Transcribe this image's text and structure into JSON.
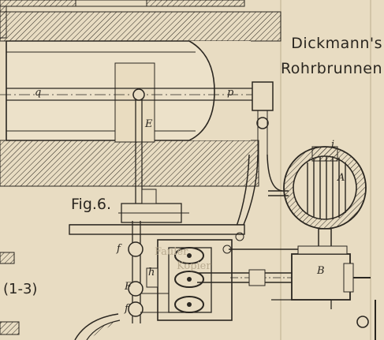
{
  "title": {
    "line1": "Dickmann's",
    "line2": "Rohrbrunnen"
  },
  "figure_label": "Fig.6.",
  "side_label": "(1-3)",
  "letters": {
    "q": "q",
    "p": "p",
    "E": "E",
    "i": "i",
    "A": "A",
    "f": "f",
    "h": "h",
    "F": "F",
    "f2": "f",
    "B": "B"
  },
  "faint_text": {
    "a": "Fauler",
    "b": "Kopier"
  },
  "colors": {
    "paper": "#e8dcc2",
    "ink": "#2a2620"
  }
}
